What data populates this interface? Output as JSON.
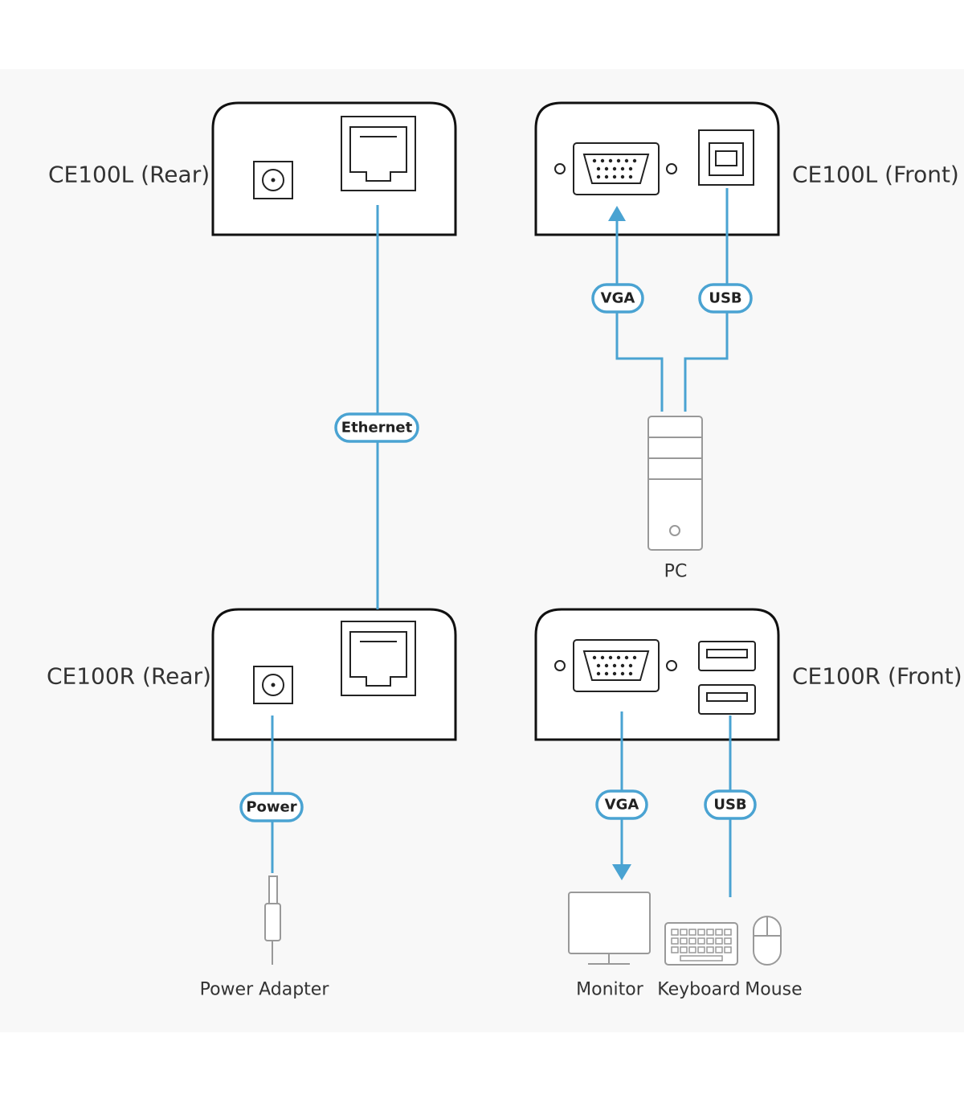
{
  "devices": {
    "ce100l_rear": "CE100L (Rear)",
    "ce100l_front": "CE100L (Front)",
    "ce100r_rear": "CE100R (Rear)",
    "ce100r_front": "CE100R (Front)"
  },
  "cables": {
    "ethernet": "Ethernet",
    "vga_top": "VGA",
    "usb_top": "USB",
    "power": "Power",
    "vga_bottom": "VGA",
    "usb_bottom": "USB"
  },
  "peripherals": {
    "pc": "PC",
    "power_adapter": "Power Adapter",
    "monitor": "Monitor",
    "keyboard": "Keyboard",
    "mouse": "Mouse"
  },
  "colors": {
    "cable": "#4aa3d2",
    "outline": "#111111",
    "peripheral": "#999999"
  },
  "icons": [
    "power-jack-icon",
    "rj45-port-icon",
    "vga-port-icon",
    "usb-b-port-icon",
    "usb-a-port-icon",
    "pc-tower-icon",
    "power-plug-icon",
    "monitor-icon",
    "keyboard-icon",
    "mouse-icon"
  ]
}
